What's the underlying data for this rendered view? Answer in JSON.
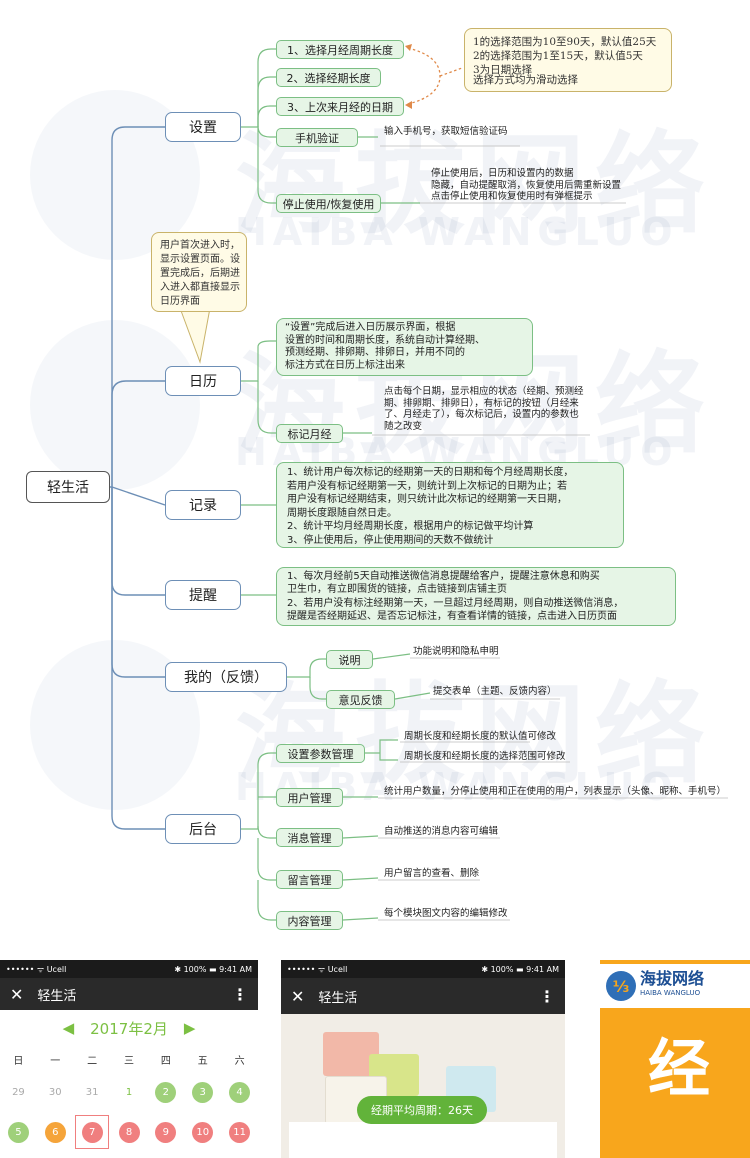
{
  "watermark": {
    "cn": "海拔网络",
    "en": "HAIBA WANGLUO"
  },
  "mindmap": {
    "root": "轻生活",
    "branches": {
      "settings": {
        "label": "设置",
        "children": [
          "1、选择月经周期长度",
          "2、选择经期长度",
          "3、上次来月经的日期",
          "手机验证",
          "停止使用/恢复使用"
        ],
        "leaves": {
          "phone_verify": "输入手机号，获取短信验证码",
          "stop_use": [
            "停止使用后，日历和设置内的数据",
            "隐藏，自动提醒取消，恢复使用后需重新设置",
            "点击停止使用和恢复使用时有弹框提示"
          ]
        },
        "note": [
          "1的选择范围为10至90天，默认值25天",
          "2的选择范围为1至15天，默认值5天",
          "3为日期选择",
          "选择方式均为滑动选择"
        ]
      },
      "calendar": {
        "label": "日历",
        "callout": [
          "用户首次进入时，",
          "显示设置页面。设",
          "置完成后，后期进",
          "入进入都直接显示",
          "日历界面"
        ],
        "box": [
          "“设置”完成后进入日历展示界面，根据",
          "设置的时间和周期长度，系统自动计算经期、",
          "预测经期、排卵期、排卵日，并用不同的",
          "标注方式在日历上标注出来"
        ],
        "child": "标记月经",
        "leaf": [
          "点击每个日期，显示相应的状态（经期、预测经",
          "期、排卵期、排卵日），有标记的按钮（月经来",
          "了、月经走了），每次标记后，设置内的参数也",
          "随之改变"
        ]
      },
      "record": {
        "label": "记录",
        "box": [
          "1、统计用户每次标记的经期第一天的日期和每个月经周期长度，",
          "若用户没有标记经期第一天，则统计到上次标记的日期为止；若",
          "用户没有标记经期结束，则只统计此次标记的经期第一天日期，",
          "周期长度跟随自然日走。",
          "2、统计平均月经周期长度，根据用户的标记做平均计算",
          "3、停止使用后，停止使用期间的天数不做统计"
        ]
      },
      "reminder": {
        "label": "提醒",
        "box": [
          "1、每次月经前5天自动推送微信消息提醒给客户，提醒注意休息和购买",
          "卫生巾，有立即围货的链接，点击链接到店铺主页",
          "2、若用户没有标注经期第一天，一旦超过月经周期，则自动推送微信消息，",
          "提醒是否经期延迟、是否忘记标注，有查看详情的链接，点击进入日历页面"
        ]
      },
      "mine": {
        "label": "我的（反馈）",
        "children": [
          "说明",
          "意见反馈"
        ],
        "leaves": [
          "功能说明和隐私申明",
          "提交表单（主题、反馈内容）"
        ]
      },
      "admin": {
        "label": "后台",
        "children": [
          "设置参数管理",
          "用户管理",
          "消息管理",
          "留言管理",
          "内容管理"
        ],
        "param_leaves": [
          "周期长度和经期长度的默认值可修改",
          "周期长度和经期长度的选择范围可修改"
        ],
        "leaves": [
          "统计用户数量，分停止使用和正在使用的用户，列表显示（头像、昵称、手机号）",
          "自动推送的消息内容可编辑",
          "用户留言的查看、删除",
          "每个模块图文内容的编辑修改"
        ]
      }
    }
  },
  "phone1": {
    "status_left": "•••••• ᯤ Ucell",
    "status_right": "✱ 100% ▬ 9:41 AM",
    "title": "轻生活",
    "month": "2017年2月",
    "weekdays": [
      "日",
      "一",
      "二",
      "三",
      "四",
      "五",
      "六"
    ],
    "row1": [
      "29",
      "30",
      "31",
      "1",
      "2",
      "3",
      "4"
    ],
    "row2": [
      "5",
      "6",
      "7",
      "8",
      "9",
      "10",
      "11"
    ]
  },
  "phone2": {
    "status_left": "•••••• ᯤ Ucell",
    "status_right": "✱ 100% ▬ 9:41 AM",
    "title": "轻生活",
    "pill": "经期平均周期：26天"
  },
  "poster": {
    "brand_cn": "海拔网络",
    "brand_en": "HAIBA WANGLUO",
    "big": "经"
  },
  "colors": {
    "accent_green": "#7cc043",
    "main_border": "#6d8fb6",
    "sub_fill": "#e6f5e6",
    "sub_border": "#7cbf84",
    "note_fill": "#fffbe6",
    "dot_red": "#f07f7f",
    "dot_orange": "#f5a43a",
    "poster_bg": "#f8a61c"
  },
  "icons": [
    "close-icon",
    "more-vert-icon",
    "chevron-left-icon",
    "chevron-right-icon",
    "wifi-icon",
    "bluetooth-icon",
    "battery-icon"
  ]
}
